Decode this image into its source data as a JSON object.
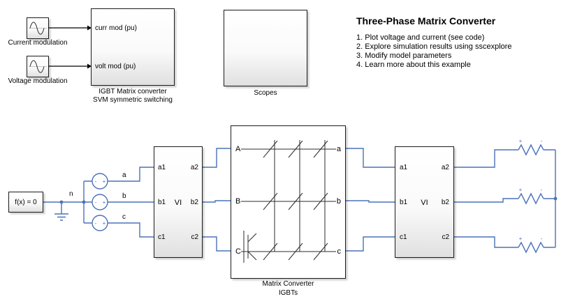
{
  "colors": {
    "wire": "#4a72b8",
    "background": "#ffffff",
    "block_border": "#1a1a1a",
    "block_fill_top": "#ffffff",
    "block_fill_bottom": "#e0e0e0"
  },
  "header": {
    "title": "Three-Phase Matrix Converter",
    "instructions": [
      "1. Plot voltage and current (see code)",
      "2. Explore simulation results using sscexplore",
      "3. Modify model parameters",
      "4. Learn more about this example"
    ]
  },
  "modulation": {
    "current_label": "Current modulation",
    "voltage_label": "Voltage modulation"
  },
  "converter": {
    "port_curr": "curr mod (pu)",
    "port_volt": "volt mod (pu)",
    "caption1": "IGBT Matrix converter",
    "caption2": "SVM symmetric switching"
  },
  "scopes": {
    "caption": "Scopes"
  },
  "solver": {
    "label": "f(x) = 0"
  },
  "node": {
    "label": "n"
  },
  "phases": {
    "a": "a",
    "b": "b",
    "c": "c"
  },
  "vi1": {
    "label": "VI",
    "a1": "a1",
    "b1": "b1",
    "c1": "c1",
    "a2": "a2",
    "b2": "b2",
    "c2": "c2"
  },
  "matrix": {
    "A": "A",
    "B": "B",
    "C": "C",
    "a": "a",
    "b": "b",
    "c": "c",
    "caption1": "Matrix Converter",
    "caption2": "IGBTs"
  },
  "vi2": {
    "label": "VI",
    "a1": "a1",
    "b1": "b1",
    "c1": "c1",
    "a2": "a2",
    "b2": "b2",
    "c2": "c2"
  },
  "polarity": {
    "plus": "+",
    "minus": "-"
  }
}
